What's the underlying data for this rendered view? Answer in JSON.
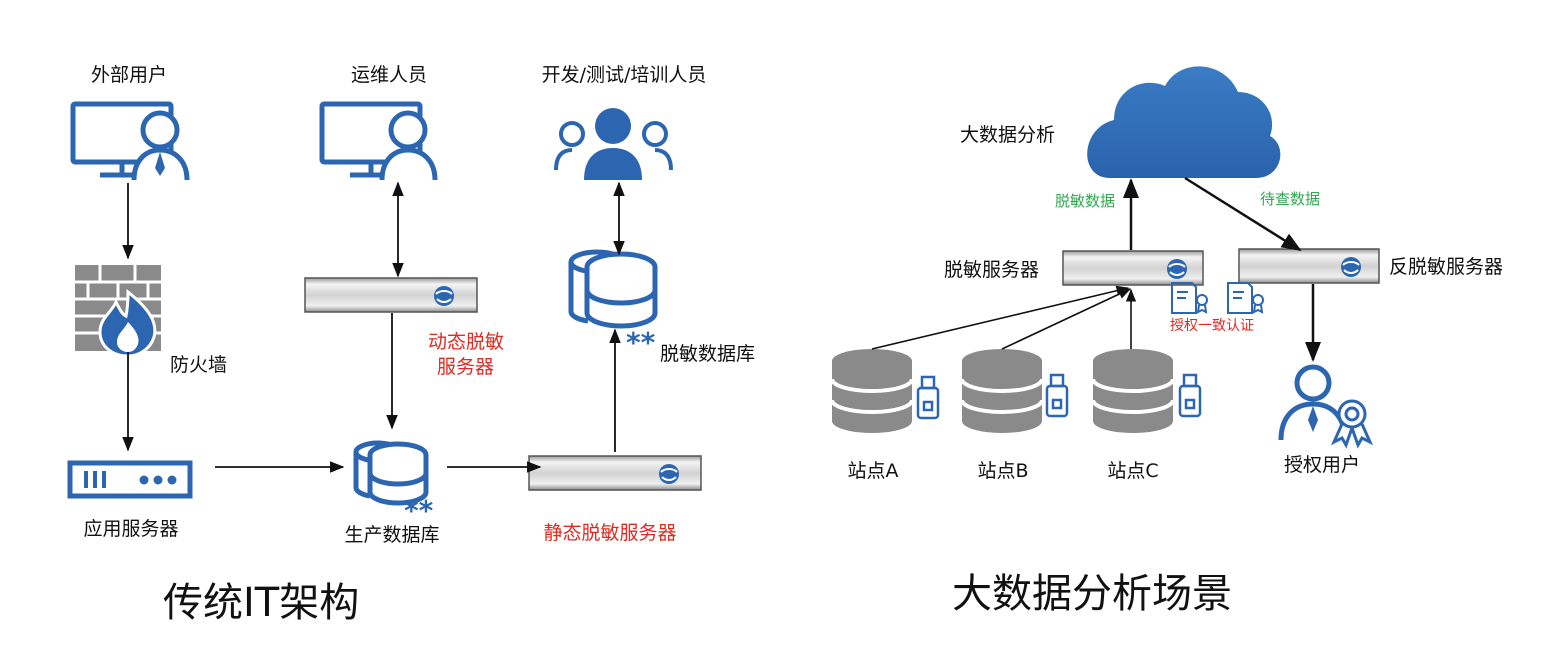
{
  "left": {
    "caption": "传统IT架构",
    "nodes": {
      "external_user": "外部用户",
      "firewall": "防火墙",
      "app_server": "应用服务器",
      "ops_staff": "运维人员",
      "dynamic_masking_line1": "动态脱敏",
      "dynamic_masking_line2": "服务器",
      "prod_db": "生产数据库",
      "dev_staff": "开发/测试/培训人员",
      "masked_db": "脱敏数据库",
      "static_masking": "静态脱敏服务器"
    }
  },
  "right": {
    "caption": "大数据分析场景",
    "nodes": {
      "bigdata": "大数据分析",
      "masked_data": "脱敏数据",
      "pending_query": "待查数据",
      "masking_server": "脱敏服务器",
      "unmasking_server": "反脱敏服务器",
      "auth_check": "授权一致认证",
      "site_a": "站点A",
      "site_b": "站点B",
      "site_c": "站点C",
      "authorized_user": "授权用户"
    }
  },
  "colors": {
    "icon_blue": "#2d66b0",
    "highlight_red": "#e02a22",
    "edge_green": "#2fa84f",
    "grey_icon": "#8a8a8a"
  }
}
